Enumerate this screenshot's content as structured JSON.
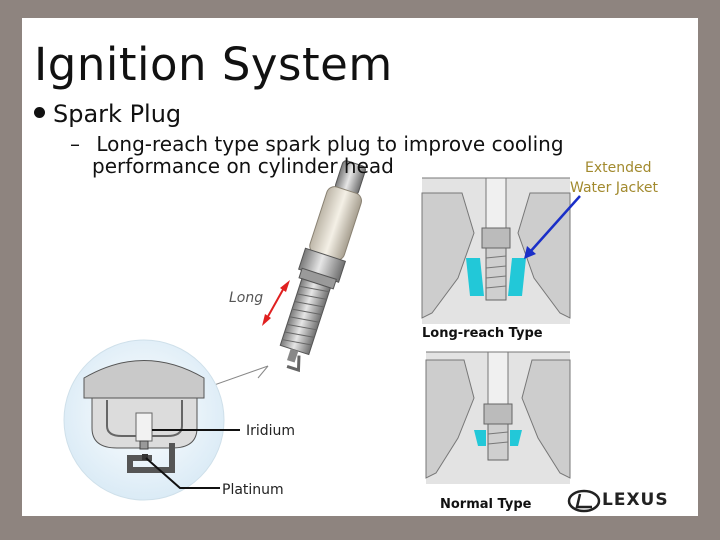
{
  "slide": {
    "title": "Ignition System",
    "bullet": "Spark Plug",
    "sub_dash": "–",
    "sub_line1": "Long-reach type spark plug to improve cooling",
    "sub_line2": "performance on cylinder head"
  },
  "annotations": {
    "extended_line1": "Extended",
    "extended_line2": "Water Jacket",
    "long": "Long",
    "iridium": "Iridium",
    "platinum": "Platinum"
  },
  "captions": {
    "long_reach": "Long-reach Type",
    "normal": "Normal Type"
  },
  "logo": {
    "text": "LEXUS"
  },
  "colors": {
    "background": "#8e847f",
    "slide": "#ffffff",
    "annotation_gold": "#a28a2e",
    "long_arrow": "#e02020",
    "water_arrow": "#1a2fc8",
    "water_jacket": "#22c8d8"
  }
}
